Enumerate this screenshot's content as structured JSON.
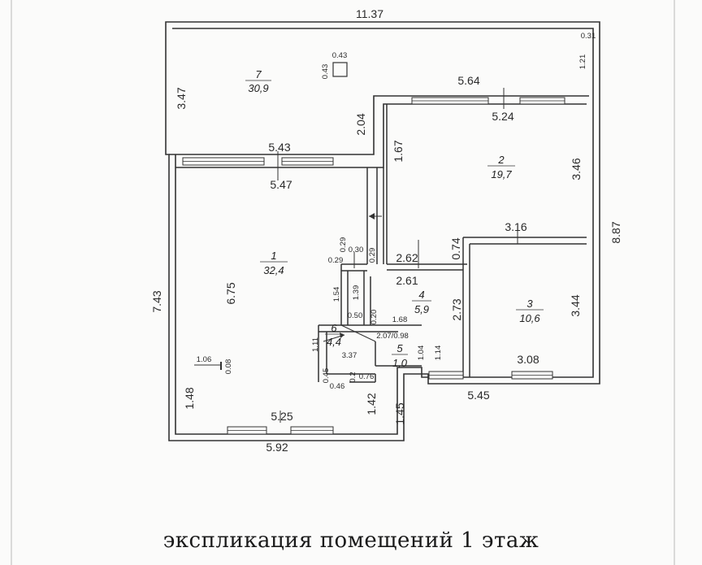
{
  "caption": "экспликация помещений 1 этаж",
  "rooms": [
    {
      "id": "1",
      "area": "32,4"
    },
    {
      "id": "2",
      "area": "19,7"
    },
    {
      "id": "3",
      "area": "10,6"
    },
    {
      "id": "4",
      "area": "5,9"
    },
    {
      "id": "5",
      "area": "1,0"
    },
    {
      "id": "6",
      "area": "4,4"
    },
    {
      "id": "7",
      "area": "30,9"
    }
  ],
  "dims": {
    "d1137": "11.37",
    "d031": "0.31",
    "d121": "1.21",
    "d043a": "0.43",
    "d043b": "0.43",
    "d347": "3.47",
    "d564": "5.64",
    "d524": "5.24",
    "d204": "2.04",
    "d543": "5.43",
    "d547": "5.47",
    "d167": "1.67",
    "d346": "3.46",
    "d887": "8.87",
    "d316": "3.16",
    "d074": "0.74",
    "d262": "2.62",
    "d261": "2.61",
    "d029a": "0.29",
    "d030": "0.30",
    "d029b": "0.29",
    "d029c": "0.29",
    "d743": "7.43",
    "d675": "6.75",
    "d154": "1.54",
    "d139": "1.39",
    "d273": "2.73",
    "d344": "3.44",
    "d050": "0.50",
    "d020": "0.20",
    "d168": "1.68",
    "d207": "2.07/0.98",
    "d111": "1.11",
    "d337": "3.37",
    "d104": "1.04",
    "d114": "1.14",
    "d106": "1.06",
    "d008": "0.08",
    "d308": "3.08",
    "d045": "0.45",
    "d02": "0.2",
    "d076": "0.76",
    "d046": "0.46",
    "d148": "1.48",
    "d142": "1.42",
    "d145": "1.45",
    "d545": "5.45",
    "d525": "5.25",
    "d592": "5.92"
  }
}
